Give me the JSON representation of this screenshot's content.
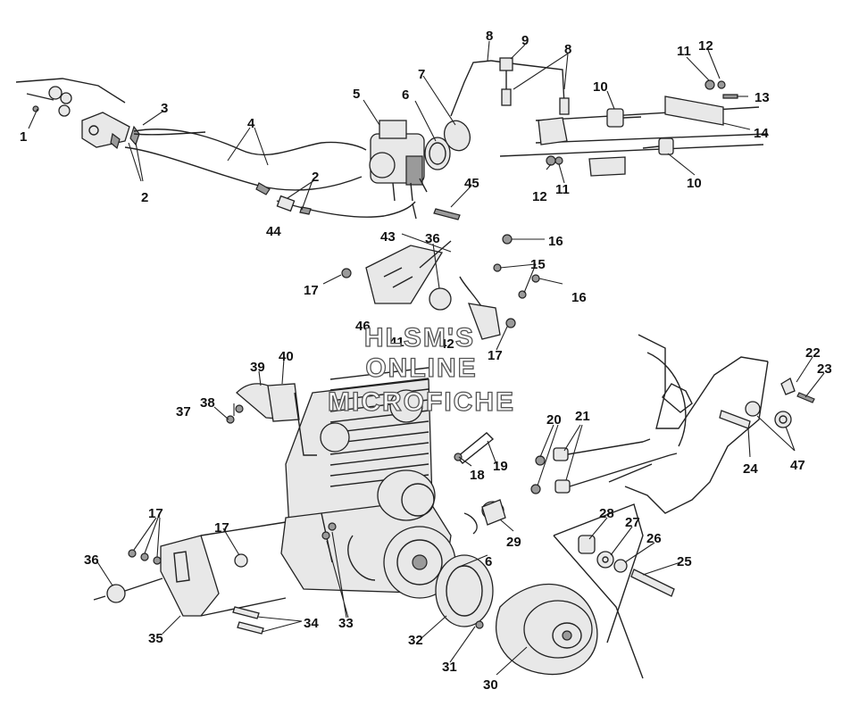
{
  "watermark": {
    "lines": [
      "HLSM'S",
      "ONLINE",
      "MICROFICHE"
    ]
  },
  "callouts": [
    {
      "id": "c1",
      "text": "1"
    },
    {
      "id": "c2a",
      "text": "2"
    },
    {
      "id": "c2b",
      "text": "2"
    },
    {
      "id": "c3",
      "text": "3"
    },
    {
      "id": "c4",
      "text": "4"
    },
    {
      "id": "c5",
      "text": "5"
    },
    {
      "id": "c6a",
      "text": "6"
    },
    {
      "id": "c6b",
      "text": "6"
    },
    {
      "id": "c7",
      "text": "7"
    },
    {
      "id": "c8a",
      "text": "8"
    },
    {
      "id": "c8b",
      "text": "8"
    },
    {
      "id": "c9",
      "text": "9"
    },
    {
      "id": "c10a",
      "text": "10"
    },
    {
      "id": "c10b",
      "text": "10"
    },
    {
      "id": "c11a",
      "text": "11"
    },
    {
      "id": "c11b",
      "text": "11"
    },
    {
      "id": "c12a",
      "text": "12"
    },
    {
      "id": "c12b",
      "text": "12"
    },
    {
      "id": "c13",
      "text": "13"
    },
    {
      "id": "c14",
      "text": "14"
    },
    {
      "id": "c15",
      "text": "15"
    },
    {
      "id": "c16a",
      "text": "16"
    },
    {
      "id": "c16b",
      "text": "16"
    },
    {
      "id": "c17a",
      "text": "17"
    },
    {
      "id": "c17b",
      "text": "17"
    },
    {
      "id": "c17c",
      "text": "17"
    },
    {
      "id": "c17d",
      "text": "17"
    },
    {
      "id": "c18",
      "text": "18"
    },
    {
      "id": "c19",
      "text": "19"
    },
    {
      "id": "c20",
      "text": "20"
    },
    {
      "id": "c21",
      "text": "21"
    },
    {
      "id": "c22",
      "text": "22"
    },
    {
      "id": "c23",
      "text": "23"
    },
    {
      "id": "c24",
      "text": "24"
    },
    {
      "id": "c25",
      "text": "25"
    },
    {
      "id": "c26",
      "text": "26"
    },
    {
      "id": "c27",
      "text": "27"
    },
    {
      "id": "c28",
      "text": "28"
    },
    {
      "id": "c29",
      "text": "29"
    },
    {
      "id": "c30",
      "text": "30"
    },
    {
      "id": "c31",
      "text": "31"
    },
    {
      "id": "c32",
      "text": "32"
    },
    {
      "id": "c33",
      "text": "33"
    },
    {
      "id": "c34",
      "text": "34"
    },
    {
      "id": "c35",
      "text": "35"
    },
    {
      "id": "c36a",
      "text": "36"
    },
    {
      "id": "c36b",
      "text": "36"
    },
    {
      "id": "c37",
      "text": "37"
    },
    {
      "id": "c38",
      "text": "38"
    },
    {
      "id": "c39",
      "text": "39"
    },
    {
      "id": "c40",
      "text": "40"
    },
    {
      "id": "c41",
      "text": "41"
    },
    {
      "id": "c42",
      "text": "42"
    },
    {
      "id": "c43",
      "text": "43"
    },
    {
      "id": "c44",
      "text": "44"
    },
    {
      "id": "c45",
      "text": "45"
    },
    {
      "id": "c46",
      "text": "46"
    },
    {
      "id": "c47",
      "text": "47"
    }
  ]
}
